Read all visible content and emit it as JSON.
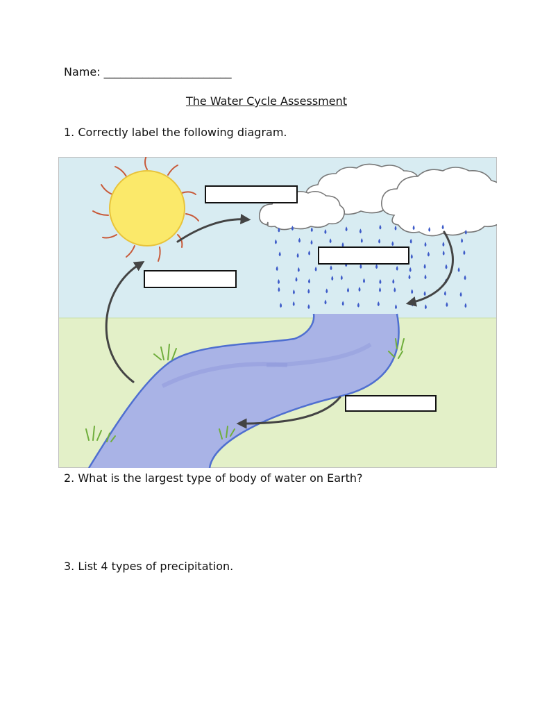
{
  "header": {
    "name_line": "Name: _______________________"
  },
  "title": "The Water Cycle Assessment",
  "questions": [
    {
      "text": "1. Correctly label the following diagram."
    },
    {
      "text": "2. What is the largest type of body of water on Earth?"
    },
    {
      "text": "3. List 4 types of precipitation."
    }
  ],
  "diagram": {
    "elements": [
      "sun-icon",
      "cloud-icon",
      "rain-drops",
      "river",
      "grass-tuft-icon",
      "arrow-icon",
      "label-box"
    ],
    "colors": {
      "sky": "#d8ecf2",
      "ground": "#e3f0c8",
      "sun": "#fbe96a",
      "sun_rays": "#c85a3a",
      "water": "#a9b3e6",
      "river_edge": "#4f6fd0",
      "rain": "#3d5bc8",
      "arrow": "#444444",
      "grass": "#6fae3c"
    },
    "blank_label_count": 4
  }
}
